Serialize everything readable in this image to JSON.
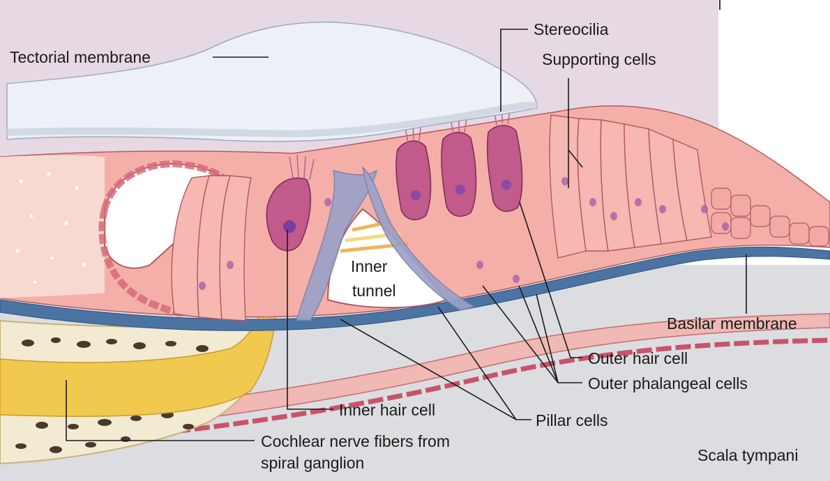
{
  "diagram": {
    "labels": {
      "tectorial_membrane": "Tectorial membrane",
      "stereocilia": "Stereocilia",
      "supporting_cells": "Supporting cells",
      "inner_tunnel_line1": "Inner",
      "inner_tunnel_line2": "tunnel",
      "basilar_membrane": "Basilar membrane",
      "outer_hair_cell": "Outer hair cell",
      "outer_phalangeal_cells": "Outer phalangeal cells",
      "inner_hair_cell": "Inner hair cell",
      "pillar_cells": "Pillar cells",
      "cochlear_nerve_line1": "Cochlear nerve fibers from",
      "cochlear_nerve_line2": "spiral ganglion",
      "scala_tympani": "Scala tympani"
    },
    "colors": {
      "background_upper": "#e6d9e4",
      "background_lower": "#dcdde0",
      "tectorial": "#eef2f8",
      "tissue": "#f2a9a2",
      "tissue_dark": "#d9777a",
      "cell_outline": "#8a3340",
      "hair_cell": "#b64f82",
      "nucleus": "#a35aa8",
      "basilar": "#3f6a9a",
      "nerve": "#f1c54c",
      "bone": "#efe4bf",
      "pillar": "#8f97bd"
    }
  }
}
